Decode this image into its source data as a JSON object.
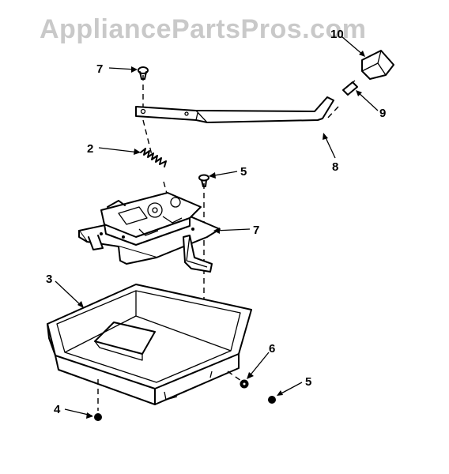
{
  "watermark": "AppliancePartsPros.com",
  "callouts": [
    {
      "id": "c7",
      "label": "7"
    },
    {
      "id": "c2",
      "label": "2"
    },
    {
      "id": "c5a",
      "label": "5"
    },
    {
      "id": "c7b",
      "label": "7"
    },
    {
      "id": "c3",
      "label": "3"
    },
    {
      "id": "c4",
      "label": "4"
    },
    {
      "id": "c6",
      "label": "6"
    },
    {
      "id": "c5b",
      "label": "5"
    },
    {
      "id": "c8",
      "label": "8"
    },
    {
      "id": "c9",
      "label": "9"
    },
    {
      "id": "c10",
      "label": "10"
    }
  ],
  "colors": {
    "line": "#000000",
    "watermark": "#c9c9c9",
    "background": "#ffffff"
  }
}
